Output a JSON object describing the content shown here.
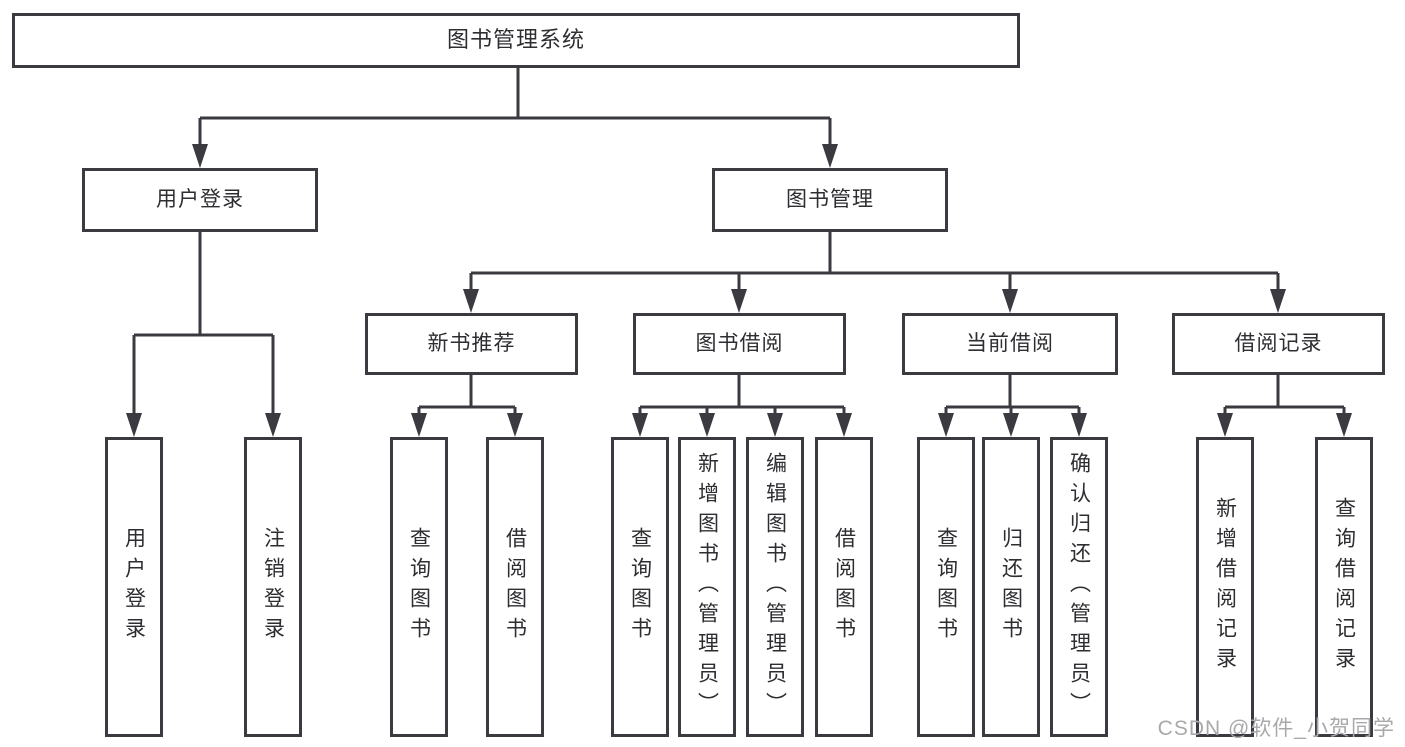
{
  "tree": {
    "root": {
      "label": "图书管理系统"
    },
    "level2": {
      "user_login": {
        "label": "用户登录"
      },
      "book_mgmt": {
        "label": "图书管理"
      }
    },
    "level3": {
      "new_books": {
        "label": "新书推荐"
      },
      "book_borrow": {
        "label": "图书借阅"
      },
      "current_borrow": {
        "label": "当前借阅"
      },
      "borrow_records": {
        "label": "借阅记录"
      }
    },
    "leaves": {
      "user_login": [
        "用户登录",
        "注销登录"
      ],
      "new_books": [
        "查询图书",
        "借阅图书"
      ],
      "book_borrow": [
        "查询图书",
        "新增图书（管理员）",
        "编辑图书（管理员）",
        "借阅图书"
      ],
      "current_borrow": [
        "查询图书",
        "归还图书",
        "确认归还（管理员）"
      ],
      "borrow_records": [
        "新增借阅记录",
        "查询借阅记录"
      ]
    }
  },
  "watermark": {
    "text": "CSDN @软件_小贺同学",
    "color": "#a9a9ab"
  },
  "colors": {
    "line": "#3a3a40",
    "box_border": "#3a3a40",
    "text": "#2e2e32",
    "background": "#ffffff"
  }
}
